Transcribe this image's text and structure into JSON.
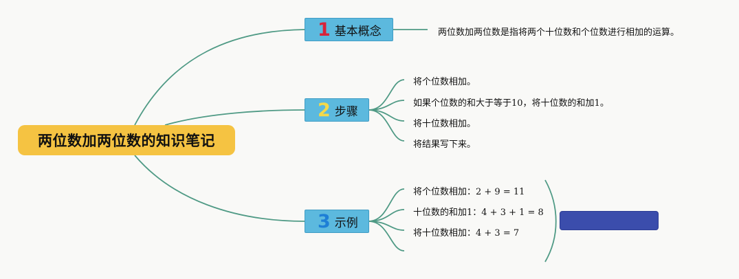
{
  "root": {
    "title": "两位数加两位数的知识笔记"
  },
  "branches": [
    {
      "number": "1",
      "number_color": "#d8233a",
      "title": "基本概念",
      "items": [
        "两位数加两位数是指将两个十位数和个位数进行相加的运算。"
      ]
    },
    {
      "number": "2",
      "number_color": "#f4d94a",
      "title": "步骤",
      "items": [
        "将个位数相加。",
        "如果个位数的和大于等于10，将十位数的和加1。",
        "将十位数相加。",
        "将结果写下来。"
      ]
    },
    {
      "number": "3",
      "number_color": "#1e7fd6",
      "title": "示例",
      "items": [
        "将个位数相加：2 + 9 = 11",
        "十位数的和加1：4 + 3 + 1 = 8",
        "将十位数相加：4 + 3 = 7",
        ""
      ]
    }
  ],
  "summary": {
    "label": ""
  },
  "colors": {
    "line": "#4f9a85",
    "root_fill": "#f5c342",
    "branch_fill": "#5cb9de",
    "summary_fill": "#3b4dac"
  }
}
